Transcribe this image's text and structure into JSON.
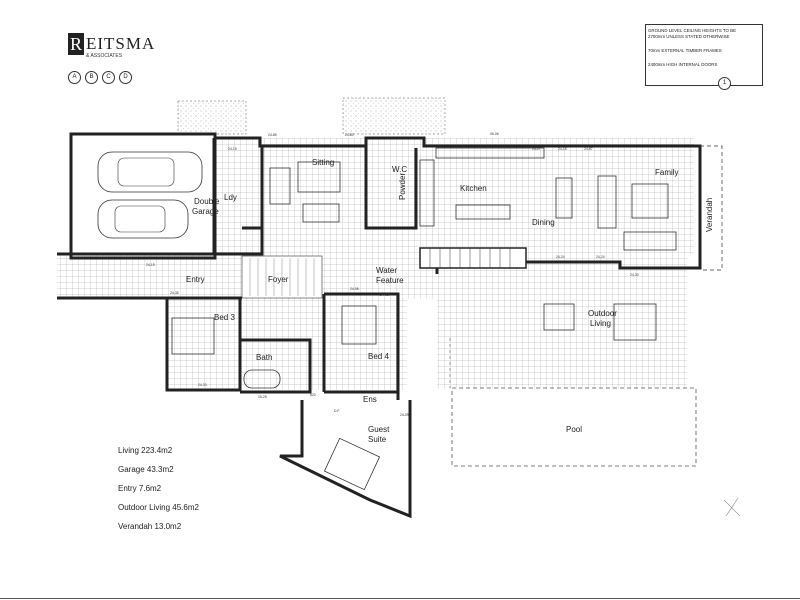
{
  "title_block": {
    "brand": "EITSMA",
    "brand_initial": "R",
    "brand_sub": "& ASSOCIATES",
    "markers": [
      "A",
      "B",
      "C",
      "D"
    ]
  },
  "notes": [
    "GROUND LEVEL CEILING HEIGHTS TO BE",
    "2700mm UNLESS STATED OTHERWISE",
    "70mm EXTERNAL TIMBER FRAMES",
    "2400mm HIGH INTERNAL DOORS"
  ],
  "grid_marker": "1",
  "rooms": {
    "double_garage": "Double\nGarage",
    "ldy": "Ldy",
    "sitting": "Sitting",
    "wc": "W.C",
    "powder": "Powder",
    "kitchen": "Kitchen",
    "dining": "Dining",
    "family": "Family",
    "verandah": "Verandah",
    "entry": "Entry",
    "foyer": "Foyer",
    "water_feature": "Water\nFeature",
    "bed3": "Bed 3",
    "bath": "Bath",
    "bed4": "Bed 4",
    "ens": "Ens",
    "guest_suite": "Guest\nSuite",
    "outdoor_living": "Outdoor\nLiving",
    "pool": "Pool",
    "df": "D.F."
  },
  "areas": [
    "Living 223.4m2",
    "Garage 43.3m2",
    "Entry  7.6m2",
    "Outdoor Living 45.6m2",
    "Verandah 13.0m2"
  ],
  "dims": {
    "d1": "24-85",
    "d2": "24-80",
    "d3": "24-15",
    "d4": "06-06",
    "d5": "24-27",
    "d6": "24-15",
    "d7": "24-87",
    "d8": "24-08",
    "d9": "24-24",
    "d10": "24-15",
    "d11": "24-30",
    "d12": "24-35",
    "d13": "24-24",
    "d14": "24-08",
    "d15": "24-33",
    "d16": "15-25",
    "d17": "24-09",
    "d18": "820"
  }
}
